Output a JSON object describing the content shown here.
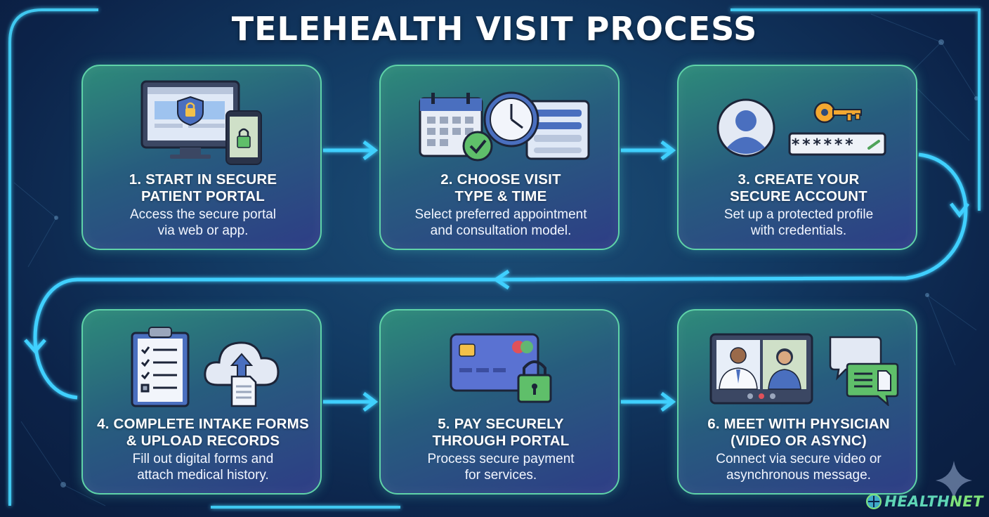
{
  "title": "TELEHEALTH VISIT PROCESS",
  "steps": [
    {
      "title": "1. START IN SECURE\nPATIENT PORTAL",
      "description": "Access the secure portal\nvia web or app."
    },
    {
      "title": "2. CHOOSE VISIT\nTYPE & TIME",
      "description": "Select preferred appointment\nand consultation model."
    },
    {
      "title": "3. CREATE YOUR\nSECURE ACCOUNT",
      "description": "Set up a protected profile\nwith credentials."
    },
    {
      "title": "4. COMPLETE INTAKE FORMS\n& UPLOAD RECORDS",
      "description": "Fill out digital forms and\nattach medical history."
    },
    {
      "title": "5. PAY SECURELY\nTHROUGH PORTAL",
      "description": "Process secure payment\nfor services."
    },
    {
      "title": "6. MEET WITH PHYSICIAN\n(VIDEO OR ASYNC)",
      "description": "Connect via secure video or\nasynchronous message."
    }
  ],
  "password_mask": "******",
  "logo": {
    "part1": "HEALTH",
    "part2": "NET"
  },
  "colors": {
    "accent": "#3fd0ff",
    "card_border": "#5fd3a8",
    "logo": "#5fd6b6"
  }
}
